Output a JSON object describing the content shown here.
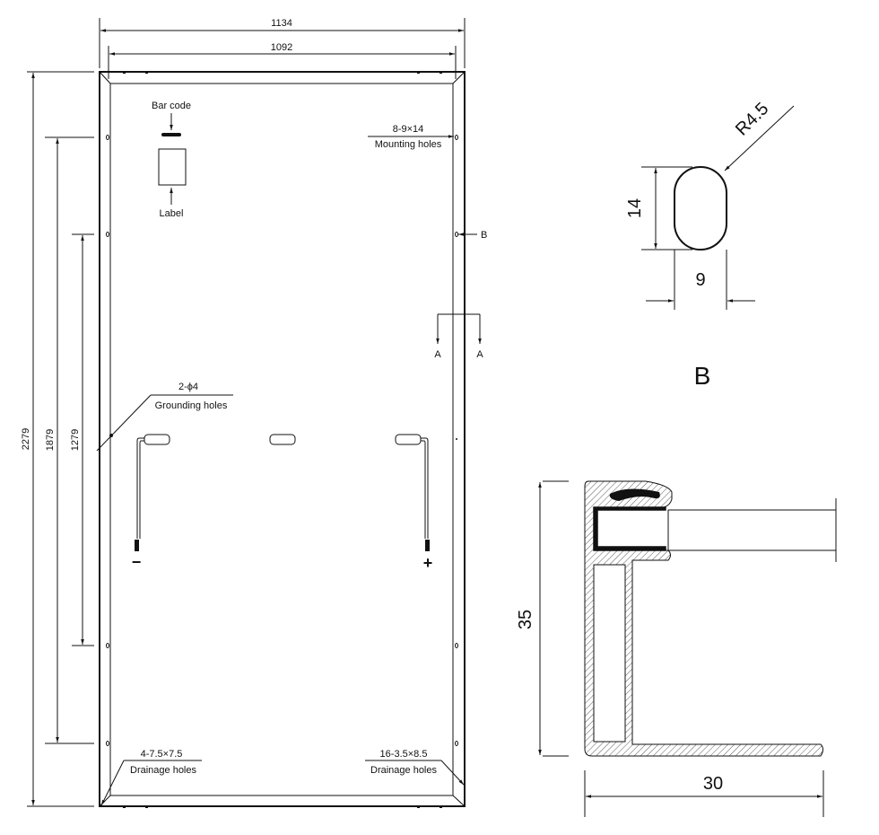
{
  "dimensions": {
    "overall_width": "1134",
    "inner_width": "1092",
    "overall_length": "2279",
    "mount_span_outer": "1879",
    "mount_span_inner": "1279"
  },
  "labels": {
    "bar_code": "Bar code",
    "label": "Label",
    "mounting_spec": "8-9×14",
    "mounting_holes": "Mounting holes",
    "section_b_marker": "B",
    "section_a_left": "A",
    "section_a_right": "A",
    "grounding_spec": "2-ϕ4",
    "grounding_holes": "Grounding holes",
    "negative": "−",
    "positive": "+",
    "drainage_left_spec": "4-7.5×7.5",
    "drainage_left": "Drainage holes",
    "drainage_right_spec": "16-3.5×8.5",
    "drainage_right": "Drainage holes"
  },
  "detail_b": {
    "radius": "R4.5",
    "height": "14",
    "width": "9",
    "title": "B"
  },
  "frame_section": {
    "height": "35",
    "width": "30"
  }
}
